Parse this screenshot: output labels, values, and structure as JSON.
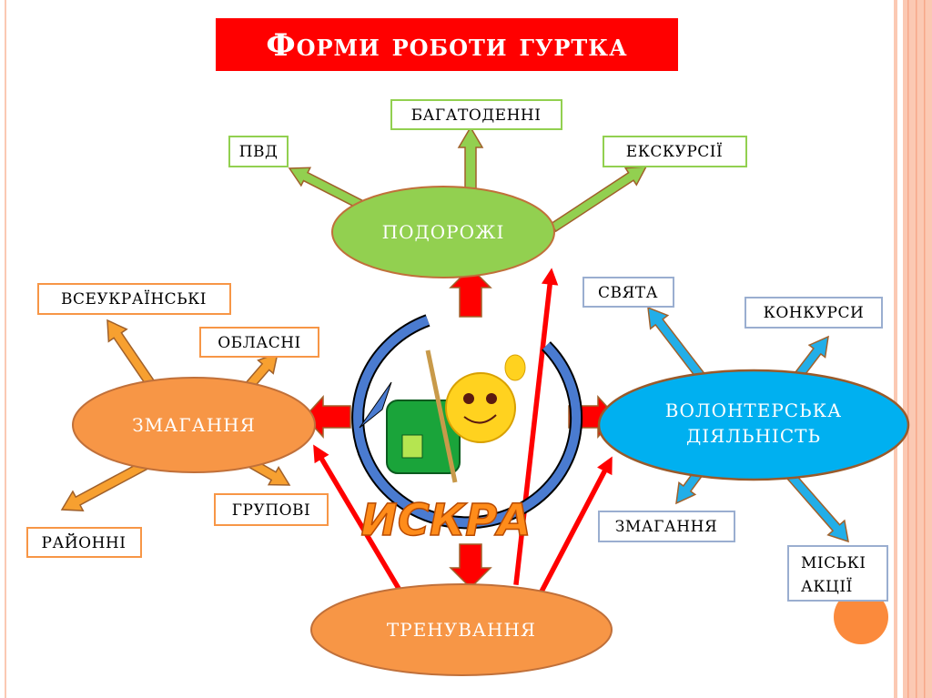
{
  "title": "Форми роботи гуртка",
  "logo": {
    "text": "ИСКРА"
  },
  "colors": {
    "title_bg": "#ff0000",
    "green": "#92d050",
    "orange": "#f79646",
    "blue": "#00b0f0",
    "red": "#ff0000",
    "stripe": "#fbc9b3"
  },
  "nodes": {
    "travel": "ПОДОРОЖІ",
    "competitions": "ЗМАГАННЯ",
    "volunteer_line1": "ВОЛОНТЕРСЬКА",
    "volunteer_line2": "ДІЯЛЬНІСТЬ",
    "training": "ТРЕНУВАННЯ"
  },
  "travel_items": [
    "ПВД",
    "БАГАТОДЕННІ",
    "ЕКСКУРСІЇ"
  ],
  "competition_items": [
    "ВСЕУКРАЇНСЬКІ",
    "ОБЛАСНІ",
    "ГРУПОВІ",
    "РАЙОННІ"
  ],
  "volunteer_items": [
    "СВЯТА",
    "КОНКУРСИ",
    "ЗМАГАННЯ",
    "МІСЬКІ",
    "АКЦІЇ"
  ]
}
